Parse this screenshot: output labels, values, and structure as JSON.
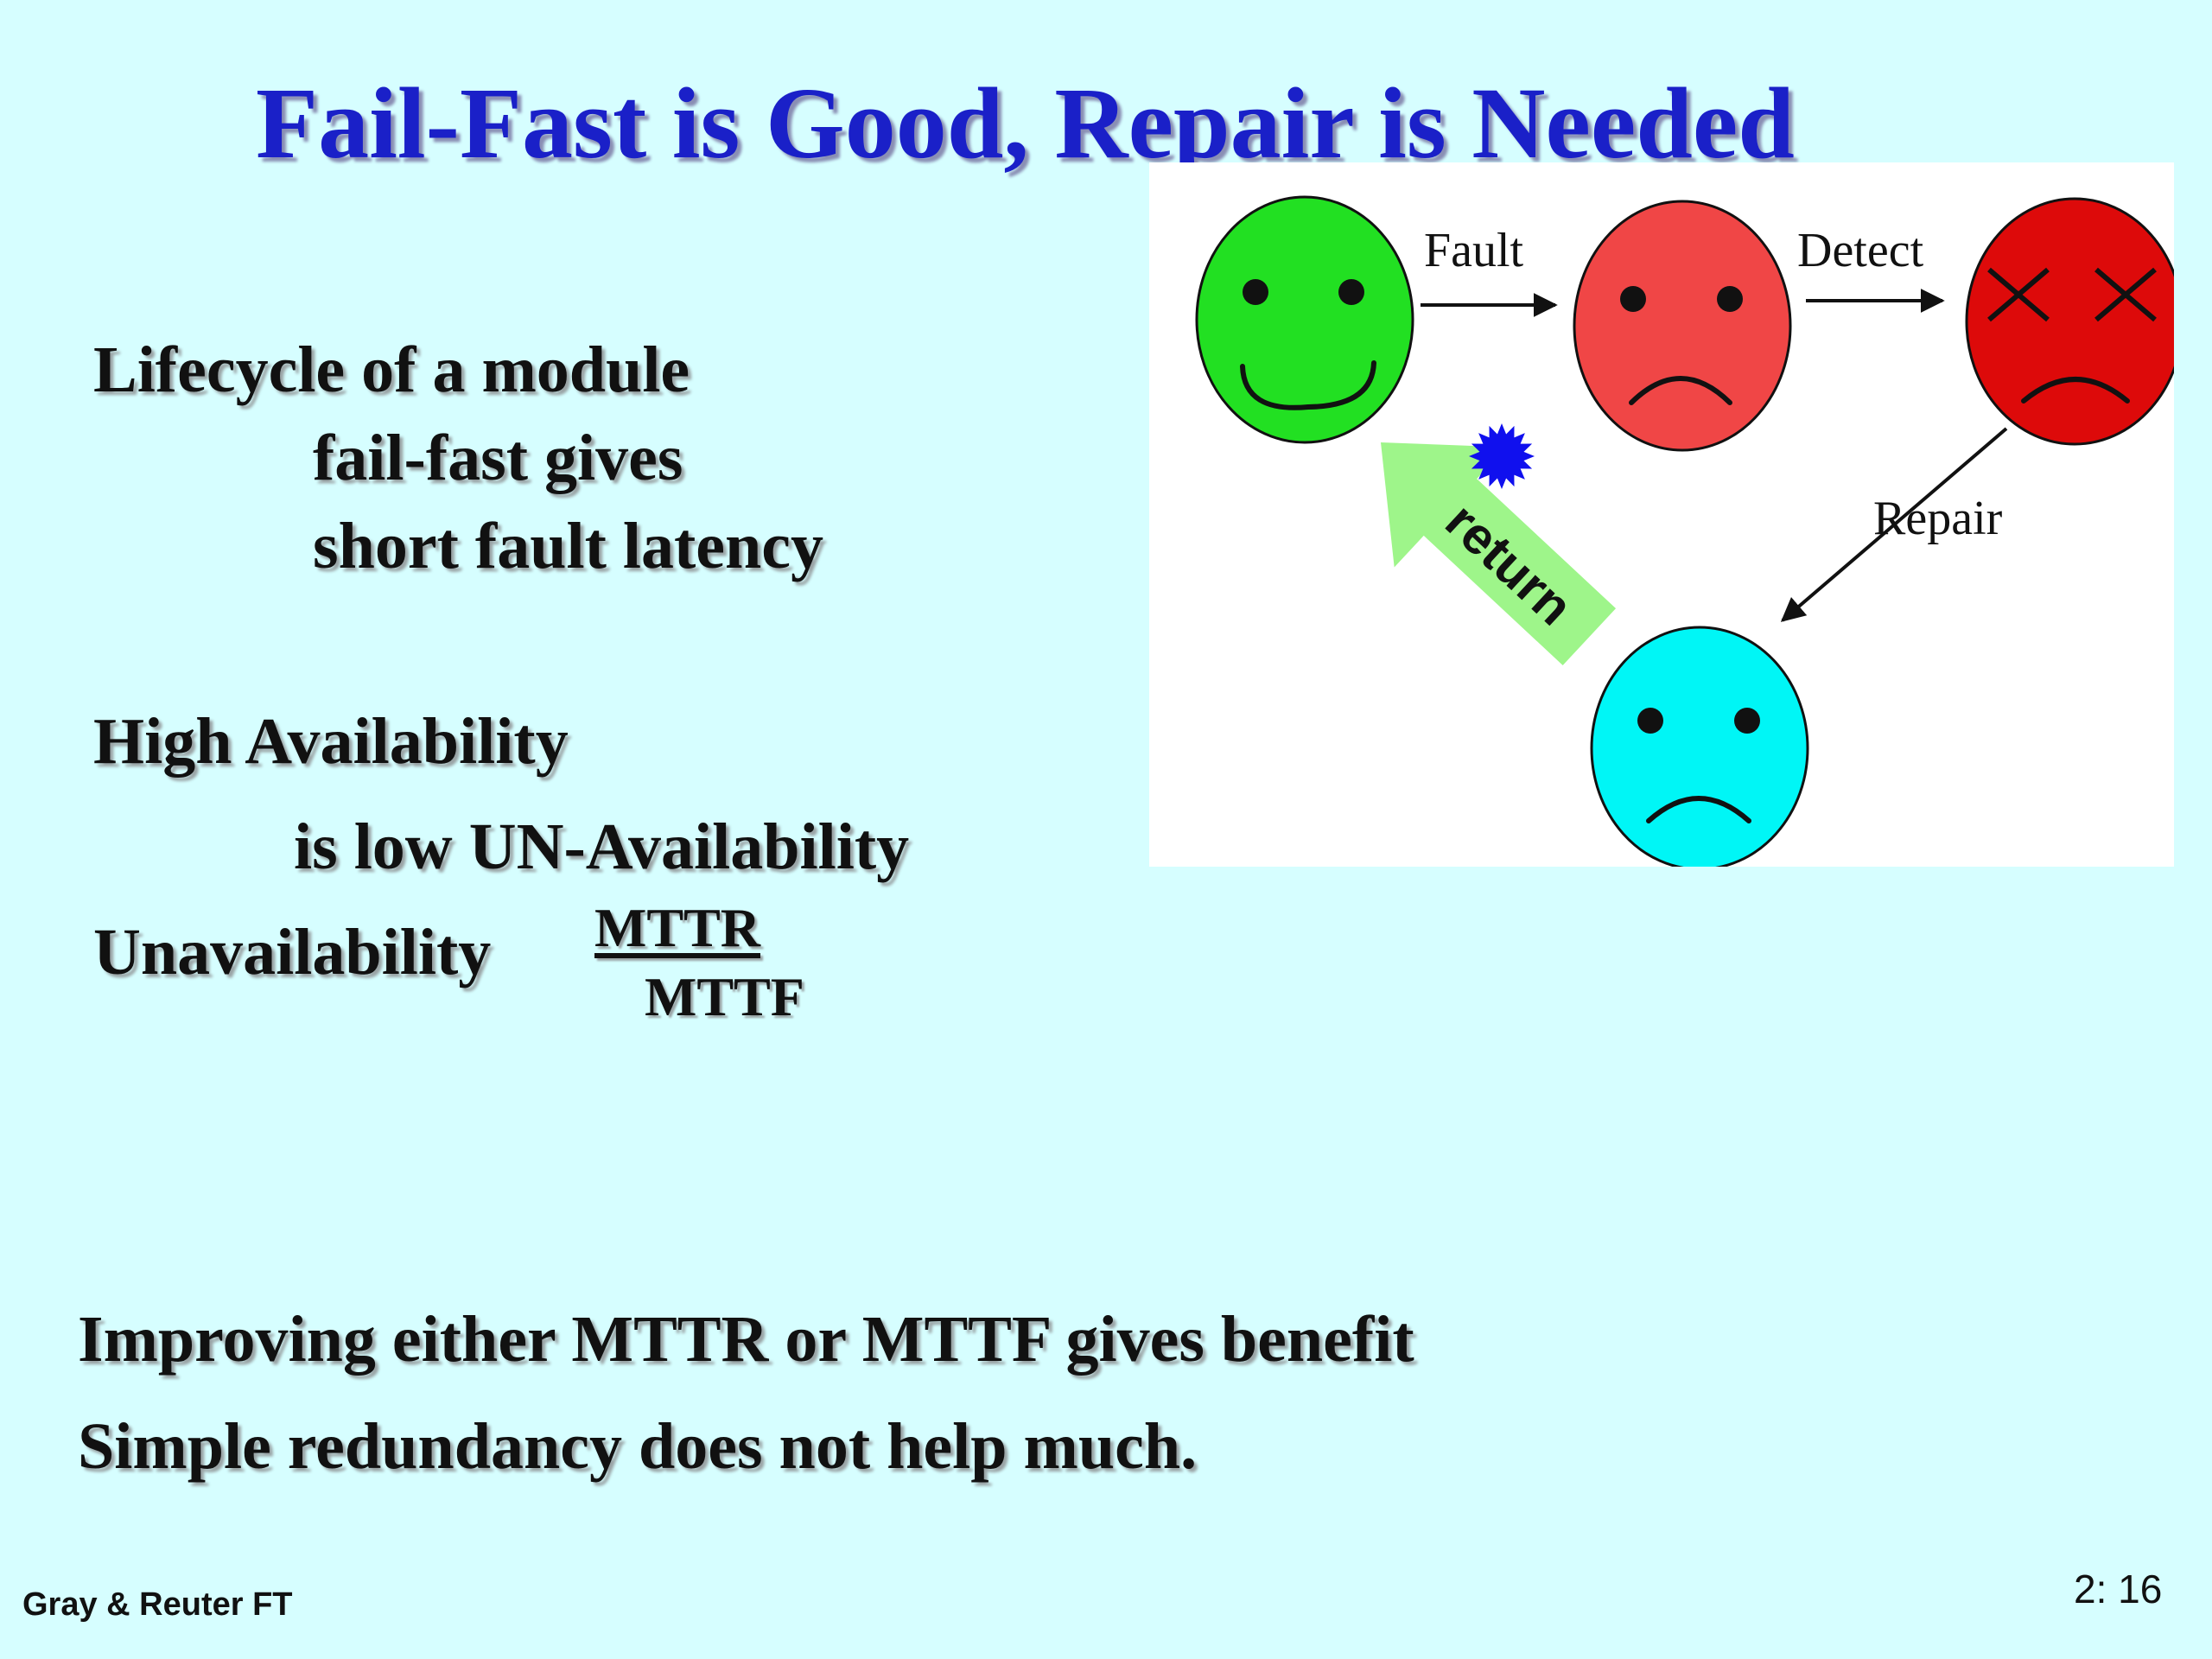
{
  "slide": {
    "title": "Fail-Fast is Good, Repair is Needed",
    "lines": {
      "lifecycle": "Lifecycle of a module",
      "fail_fast_gives": "fail-fast gives",
      "short_latency": "short fault latency",
      "high_availability": "High Availability",
      "low_unavailability": "is low UN-Availability",
      "unavailability": "Unavailability",
      "improving": "Improving either MTTR or MTTF gives benefit",
      "simple_redundancy": "Simple redundancy does not help much."
    },
    "fraction": {
      "numerator": "MTTR",
      "denominator": "MTTF"
    },
    "footer": {
      "source": "Gray & Reuter  FT",
      "page": "2: 16"
    }
  },
  "diagram": {
    "edges": {
      "fault": "Fault",
      "detect": "Detect",
      "repair": "Repair",
      "return": "return"
    },
    "colors": {
      "working_face": "#22e022",
      "faulty_face": "#f04646",
      "dead_face": "#dd0a0a",
      "repaired_face": "#00f6f6",
      "return_arrow": "#9ef58a",
      "starburst": "#1010ee",
      "title": "#1a20c8",
      "background": "#d6feff"
    }
  }
}
